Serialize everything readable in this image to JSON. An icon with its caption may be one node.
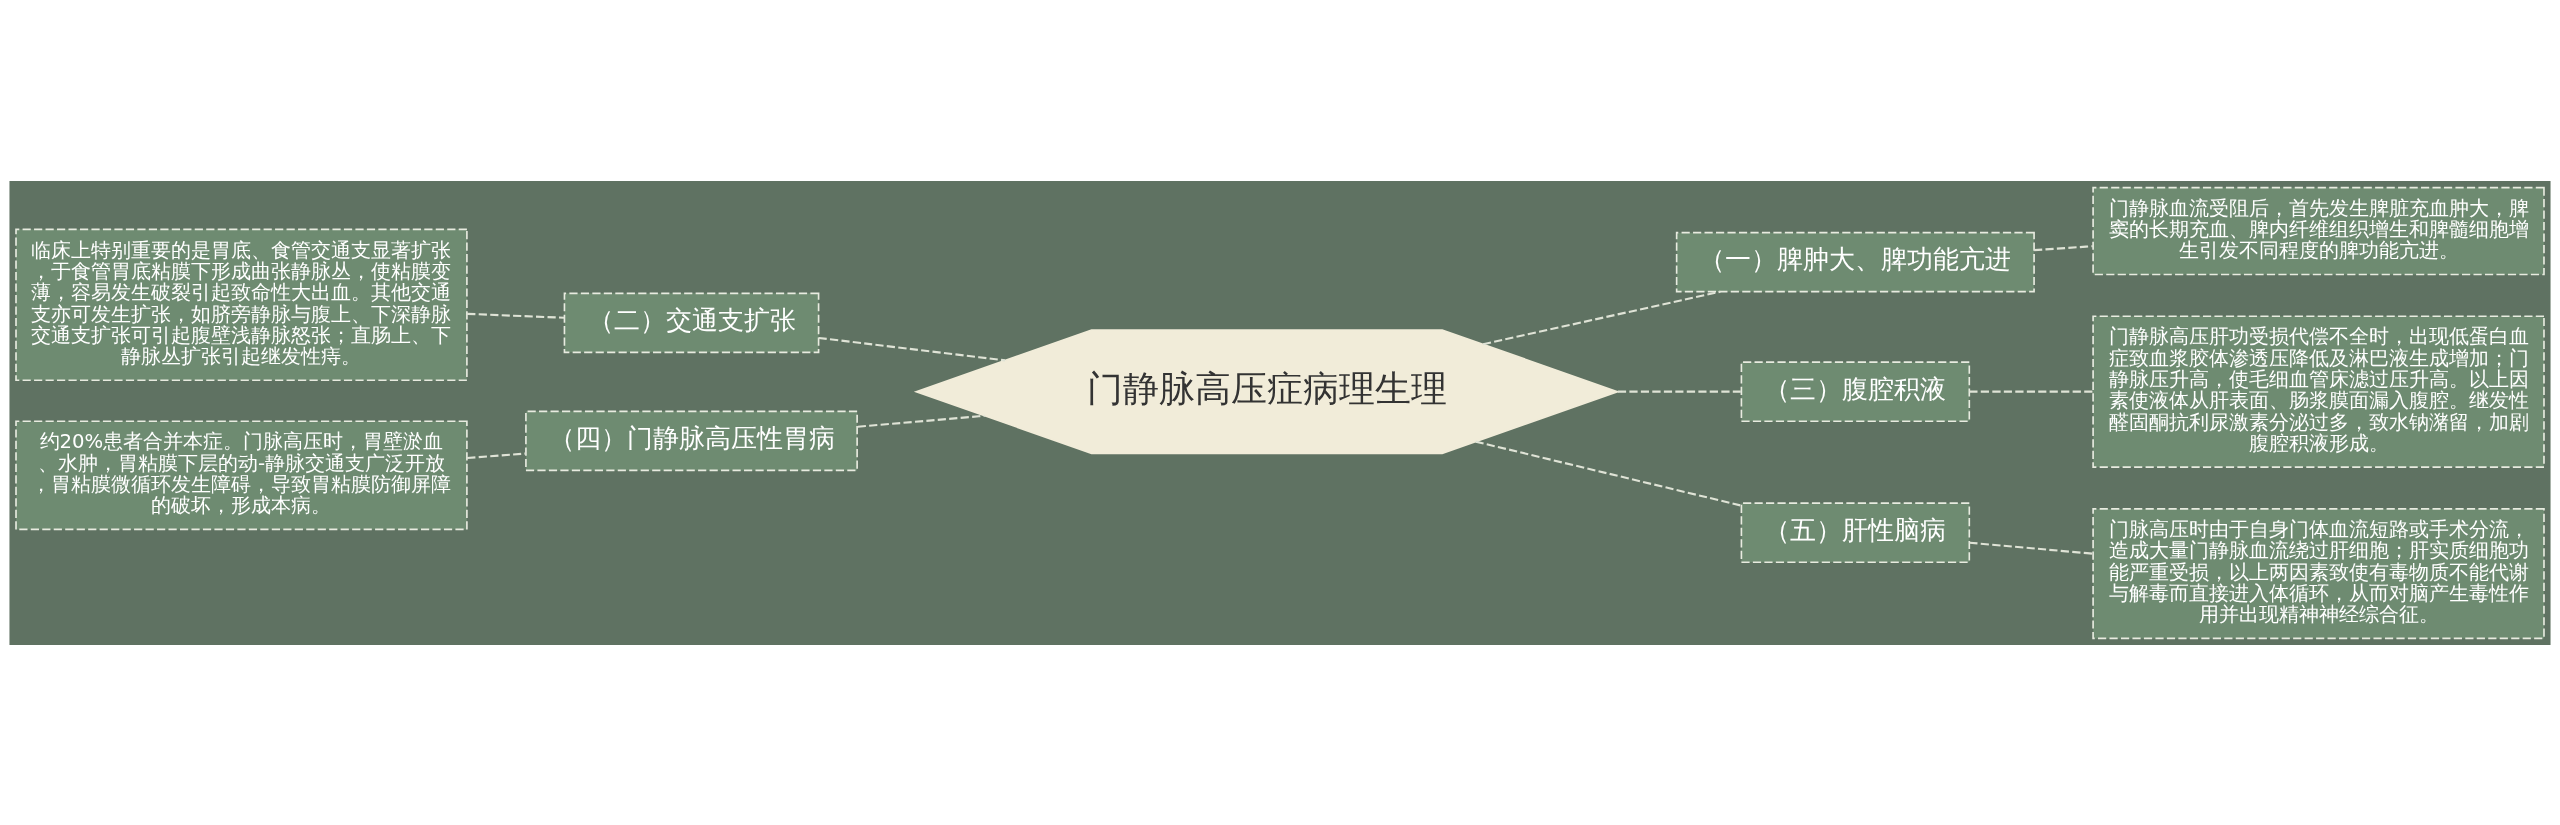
{
  "diagram": {
    "nodes": [
      {
        "text": [
          "门静脉高压症病理生理"
        ]
      },
      {
        "text": [
          "（一）脾肿大、脾功能亢进"
        ]
      },
      {
        "text": [
          "门静脉血流受阻后，首先发生脾脏充血肿大，脾窦的长期充血、脾内纤维组织增生和脾髓细胞增生引发不同程度的脾功能亢进。"
        ]
      },
      {
        "text": [
          "（二）交通支扩张"
        ]
      },
      {
        "text": [
          "临床上特别重要的是胃底、食管交通支显著扩张，于食管胃底粘膜下形成曲张静脉丛，使粘膜变薄，容易发生破裂引起致命性大出血。其他交通支亦可发生扩张，如脐旁静脉与腹上、下深静脉交通支扩张可引起腹壁浅静脉怒张；直肠上、下静脉丛扩张引起继发性痔。"
        ]
      },
      {
        "text": [
          "（三）腹腔积液"
        ]
      },
      {
        "text": [
          "门静脉高压肝功受损代偿不全时，出现低蛋白血症致血浆胶体渗透压降低及淋巴液生成增加；门静脉压升高，使毛细血管床滤过压升高。以上因素使液体从肝表面、肠浆膜面漏入腹腔。继发性醛固酮抗利尿激素分泌过多，致水钠潴留，加剧腹腔积液形成。"
        ]
      },
      {
        "text": [
          "（四）门静脉高压性胃病"
        ]
      },
      {
        "text": [
          "约20%患者合并本症。门脉高压时，胃壁淤血、水肿，胃粘膜下层的动-静脉交通支广泛开放，胃粘膜微循环发生障碍，导致胃粘膜防御屏障的破坏，形成本病。"
        ]
      },
      {
        "text": [
          "（五）肝性脑病"
        ]
      },
      {
        "text": [
          "门脉高压时由于自身门体血流短路或手术分流，造成大量门静脉血流绕过肝细胞；肝实质细胞功能严重受损，以上两因素致使有毒物质不能代谢与解毒而直接进入体循环，从而对脑产生毒性作用并出现精神神经综合征。"
        ]
      }
    ],
    "edges": [
      {
        "from": 0,
        "to": 1,
        "arrow": "none",
        "style": "dashed"
      },
      {
        "from": 1,
        "to": 2,
        "arrow": "none",
        "style": "dashed"
      },
      {
        "from": 0,
        "to": 3,
        "arrow": "none",
        "style": "dashed"
      },
      {
        "from": 3,
        "to": 4,
        "arrow": "none",
        "style": "dashed"
      },
      {
        "from": 0,
        "to": 5,
        "arrow": "none",
        "style": "dashed"
      },
      {
        "from": 5,
        "to": 6,
        "arrow": "none",
        "style": "dashed"
      },
      {
        "from": 0,
        "to": 7,
        "arrow": "none",
        "style": "dashed"
      },
      {
        "from": 7,
        "to": 8,
        "arrow": "none",
        "style": "dashed"
      },
      {
        "from": 0,
        "to": 9,
        "arrow": "none",
        "style": "dashed"
      },
      {
        "from": 9,
        "to": 10,
        "arrow": "none",
        "style": "dashed"
      }
    ]
  }
}
